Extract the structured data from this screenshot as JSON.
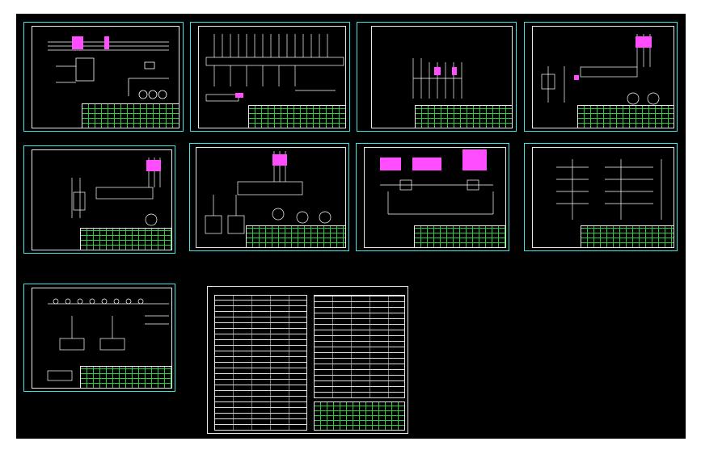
{
  "viewer": {
    "background": "#000000",
    "canvas_color": "#000000"
  },
  "colors": {
    "frame": "#38e6e6",
    "border": "#e8e8e8",
    "title_block": "#2ecc40",
    "accent": "#ff4dff",
    "wire": "#ffffff"
  },
  "sheets": [
    {
      "id": "sheet-1"
    },
    {
      "id": "sheet-2"
    },
    {
      "id": "sheet-3"
    },
    {
      "id": "sheet-4"
    },
    {
      "id": "sheet-5"
    },
    {
      "id": "sheet-6"
    },
    {
      "id": "sheet-7"
    },
    {
      "id": "sheet-8"
    },
    {
      "id": "sheet-9"
    },
    {
      "id": "sheet-bom"
    }
  ],
  "icons": [
    "motor-icon",
    "transformer-icon",
    "contactor-icon",
    "plc-module-icon",
    "title-block-icon"
  ]
}
